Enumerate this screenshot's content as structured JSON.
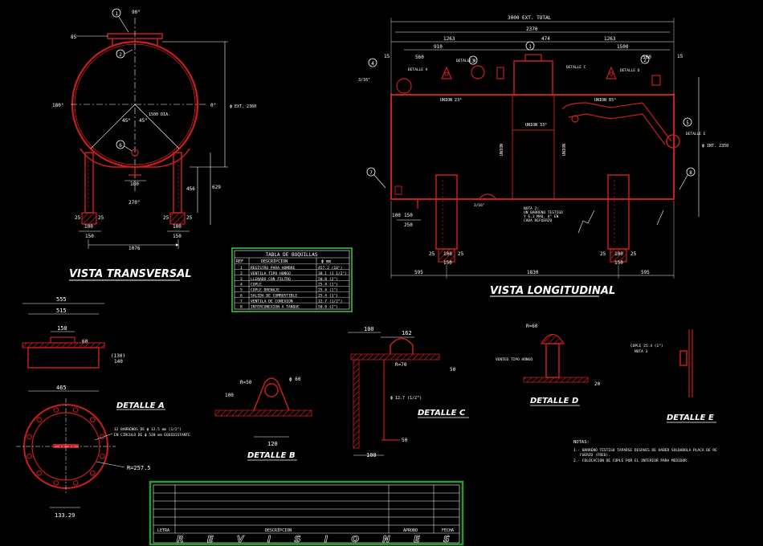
{
  "colors": {
    "background": "#000000",
    "body": "#c81e1e",
    "leader": "#ffffff",
    "border": "#2c9b2c",
    "dimension": "#ffffff"
  },
  "views": {
    "transversal": {
      "title": "VISTA TRANSVERSAL",
      "angle_top": "90°",
      "angle_left": "180°",
      "angle_right": "0°",
      "angle_bottom": "270°",
      "angle_a": "45°",
      "angle_b": "45°",
      "dim_85": "85",
      "dim_diameter": "1500 DIA.",
      "dim_ext": "ϕ EXT. 2360",
      "dim_629": "629",
      "dim_456": "456",
      "dim_180": "180",
      "dim_25_l1": "25",
      "dim_25_r1": "25",
      "dim_100_l": "100",
      "dim_25_l2": "25",
      "dim_25_r2": "25",
      "dim_100_r": "100",
      "dim_150_l": "150",
      "dim_150_r": "150",
      "dim_1076": "1076"
    },
    "longitudinal": {
      "title": "VISTA LONGITUDINAL",
      "dim_total": "3000 EXT. TOTAL",
      "dim_2370": "2370",
      "dim_1263_l": "1263",
      "dim_474": "474",
      "dim_1263_r": "1263",
      "dim_910": "910",
      "dim_1500": "1500",
      "dim_15_l": "15",
      "dim_15_r": "15",
      "dim_560_l": "560",
      "dim_560_r": "560",
      "dim_3_16": "3/16\"",
      "dim_int": "ϕ INT. 2350",
      "union_1": "UNION 23°",
      "union_2": "UNION 85°",
      "union_3": "UNION 33°",
      "union_4": "UNION",
      "union_5": "UNION",
      "det_a": "DETALLE A",
      "det_b": "DETALLE B",
      "det_c": "DETALLE C",
      "det_d": "DETALLE D",
      "det_e": "DETALLE E",
      "note_line1": "NOTA 2:",
      "note_line2": "UN BARRENO TESTIGO",
      "note_line3": "Y 6.3 MAQ. 4\" EN",
      "note_line4": "CADA REFUERZO",
      "dim_3_16_b": "3/16\"",
      "dim_100": "100",
      "dim_150": "150",
      "dim_250": "250",
      "dim_25_a": "25",
      "dim_100_a": "100",
      "dim_25_b": "25",
      "dim_25_c": "25",
      "dim_100_b": "100",
      "dim_25_d": "25",
      "dim_150_a": "150",
      "dim_150_b": "150",
      "dim_595_l": "595",
      "dim_1830": "1830",
      "dim_595_r": "595"
    }
  },
  "table": {
    "title": "TABLA DE BOQUILLAS",
    "headers": [
      "REF",
      "DESCRIPCION",
      "ϕ mm"
    ],
    "rows": [
      [
        "1",
        "REGISTRO PARA HOMBRE",
        "457.2 (18\")"
      ],
      [
        "2",
        "VENTILA TIPO HONGO",
        "38.1 (1 1/2\")"
      ],
      [
        "3",
        "LLENADO CON FILTRO",
        "50.8 (2\")"
      ],
      [
        "4",
        "COPLE",
        "25.4 (1\")"
      ],
      [
        "5",
        "COPLE DRENAJE",
        "25.4 (1\")"
      ],
      [
        "6",
        "SALIDA DE COMBUSTIBLE",
        "25.4 (1\")"
      ],
      [
        "7",
        "VENTILA DE CONEXION",
        "12.7 (1/2\")"
      ],
      [
        "8",
        "INTERCONEXION A TANQUE",
        "50.8 (2\")"
      ]
    ]
  },
  "detail_a": {
    "title": "DETALLE A",
    "d555": "555",
    "d515": "515",
    "d150": "150",
    "d60": "60",
    "d130": "(130)",
    "d140": "140",
    "d465": "465",
    "holes_1": "12 BARRENOS DE ϕ 12.5 mm (1/2\")",
    "holes_2": "EN CIRCULO DE ϕ 520 mm EQUIDISTANTE",
    "r2575": "R=257.5",
    "d133": "133.29"
  },
  "detail_b": {
    "title": "DETALLE B",
    "r50": "R=50",
    "phi60": "ϕ 60",
    "d100": "100",
    "d120": "120"
  },
  "detail_c": {
    "title": "DETALLE C",
    "d100_top": "100",
    "d162": "162",
    "r70": "R=70",
    "d50": "50",
    "phi": "ϕ 12.7 (1/2\")",
    "d50b": "50",
    "d100_bot": "100"
  },
  "detail_d": {
    "title": "DETALLE D",
    "r60": "R=60",
    "label": "VENTEO TIPO HONGO",
    "d20": "20"
  },
  "detail_e": {
    "title": "DETALLE E",
    "label1": "COPLE 25.4 (1\")",
    "label2": "NOTA 3"
  },
  "notes": {
    "heading": "NOTAS:",
    "n1a": "1.- BARRENO TESTIGO TAPARSE DESPUES DE HABER SOLDADOLA PLACA DE RE",
    "n1b": "FUERZO (FRED).",
    "n2": "2.- COLOCACION DE COPLE POR EL INTERIOR PARA MEDIDOR."
  },
  "revisions": {
    "col_letra": "LETRA",
    "col_desc": "DESCRIPCION",
    "col_aprobo": "APROBO",
    "col_fecha": "FECHA",
    "big": "R E V I S I O N E S"
  },
  "balloons": [
    "1",
    "2",
    "3",
    "4",
    "5",
    "6",
    "7",
    "8"
  ]
}
